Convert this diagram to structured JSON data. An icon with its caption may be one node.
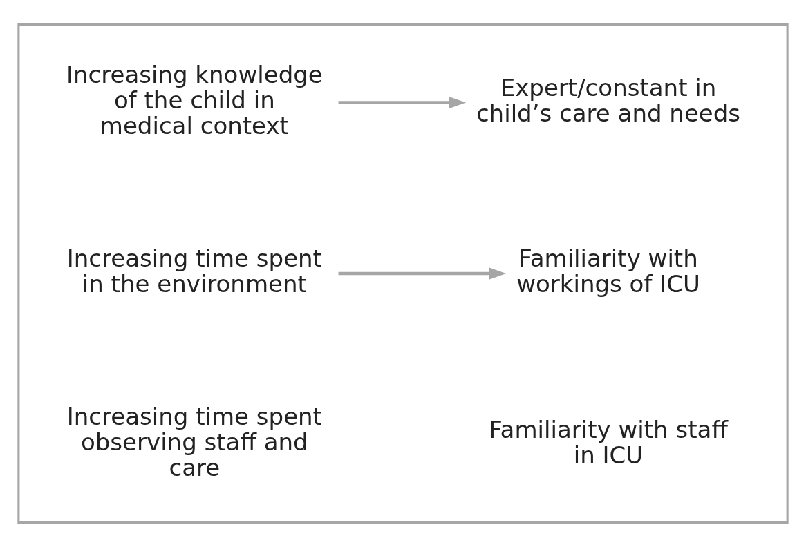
{
  "diagram": {
    "nodes": [
      {
        "text": [],
        "shape": "chevron"
      },
      {
        "text": [
          "Increasing knowledge of the child in medical context"
        ],
        "in": 0
      },
      {
        "text": [
          "Expert/constant in child’s care and needs"
        ],
        "in": 0
      },
      {
        "text": [
          "Increasing time spent in the environment"
        ],
        "in": 0
      },
      {
        "text": [
          "Familiarity with workings of ICU"
        ],
        "in": 0
      },
      {
        "text": [
          "Increasing time spent observing staff and care"
        ],
        "in": 0
      },
      {
        "text": [
          "Familiarity with staff in ICU"
        ],
        "in": 0
      }
    ],
    "edges": [
      {
        "from": 1,
        "to": 2,
        "arrow": "to"
      },
      {
        "from": 3,
        "to": 4,
        "arrow": "to"
      }
    ]
  }
}
